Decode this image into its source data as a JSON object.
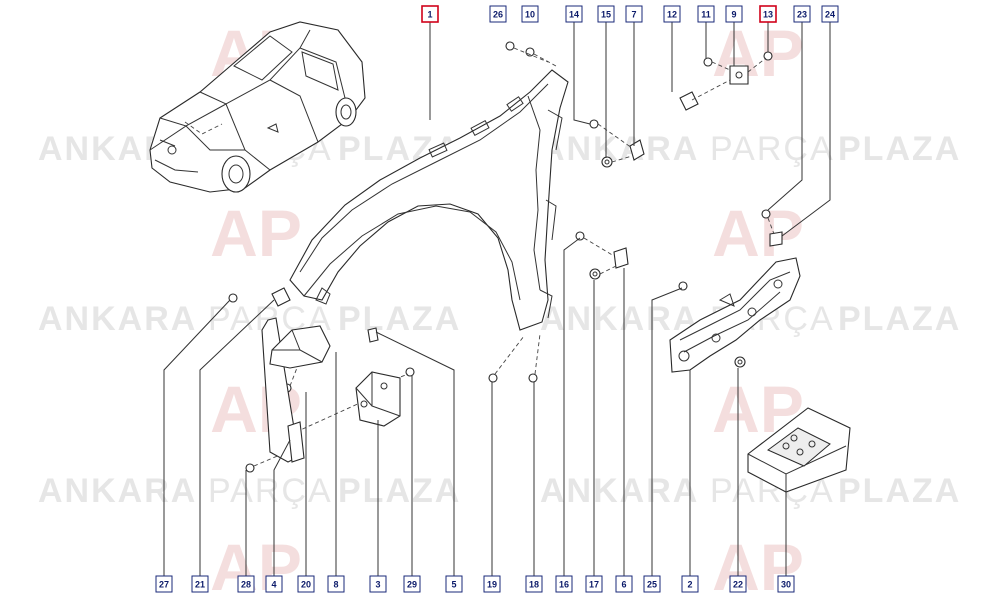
{
  "colors": {
    "label_border": "#1a2a7a",
    "label_text": "#0b1a6a",
    "highlight_border": "#d0021b",
    "watermark": "#e6e6e6",
    "watermark_logo": "#f4dede"
  },
  "watermark": {
    "word1": "ANKARA",
    "word2": "PARÇA",
    "word3": "PLAZA",
    "logo_text": "AP"
  },
  "callouts": {
    "top": [
      "1",
      "26",
      "10",
      "14",
      "15",
      "7",
      "12",
      "11",
      "9",
      "13",
      "23",
      "24"
    ],
    "bottom": [
      "27",
      "21",
      "28",
      "4",
      "20",
      "8",
      "3",
      "29",
      "5",
      "19",
      "18",
      "16",
      "17",
      "6",
      "25",
      "2",
      "22",
      "30"
    ]
  },
  "highlighted": [
    "1",
    "13"
  ]
}
